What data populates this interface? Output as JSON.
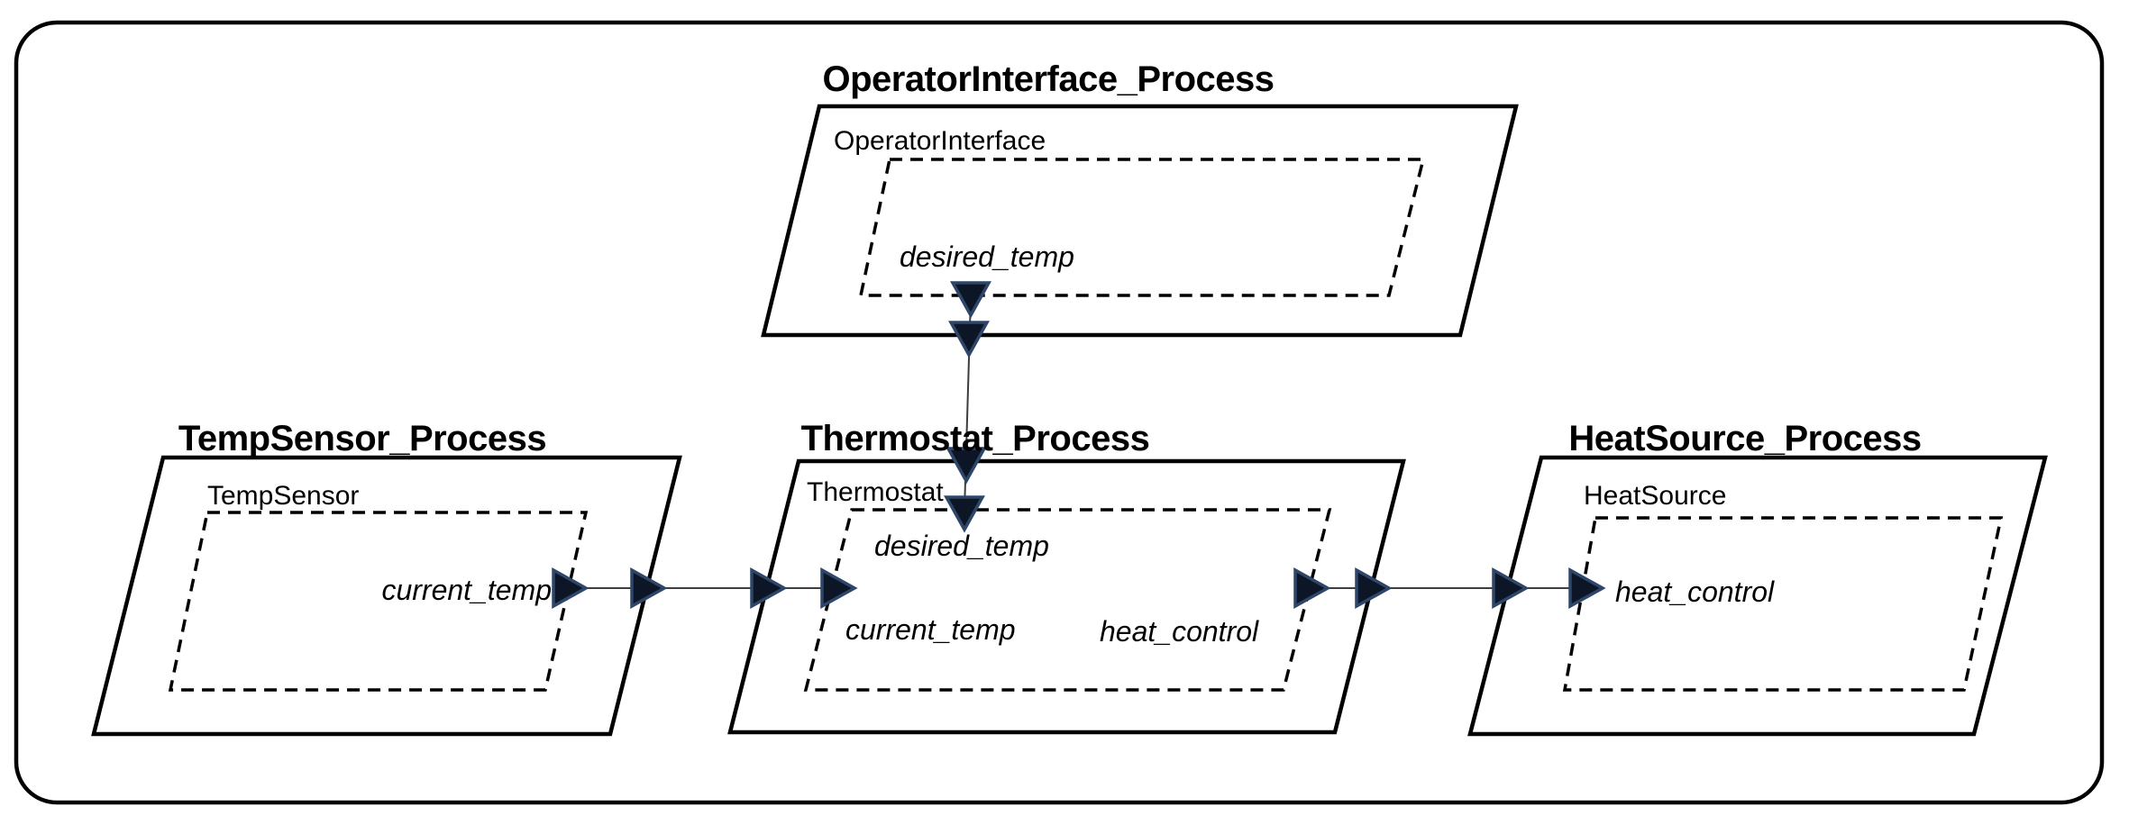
{
  "diagram": {
    "kind": "process-architecture-diagram",
    "colors": {
      "background": "#ffffff",
      "shape_stroke": "#000000",
      "port_fill": "#0d1626",
      "port_stroke": "#2e4668",
      "connector": "#3d3d3d",
      "text": "#000000"
    },
    "processes": [
      {
        "id": "operator-interface-process",
        "title": "OperatorInterface_Process",
        "component": "OperatorInterface",
        "ports": [
          "desired_temp"
        ]
      },
      {
        "id": "temp-sensor-process",
        "title": "TempSensor_Process",
        "component": "TempSensor",
        "ports": [
          "current_temp"
        ]
      },
      {
        "id": "thermostat-process",
        "title": "Thermostat_Process",
        "component": "Thermostat",
        "ports": [
          "desired_temp",
          "current_temp",
          "heat_control"
        ]
      },
      {
        "id": "heat-source-process",
        "title": "HeatSource_Process",
        "component": "HeatSource",
        "ports": [
          "heat_control"
        ]
      }
    ],
    "connections": [
      {
        "from": "OperatorInterface.desired_temp",
        "to": "Thermostat.desired_temp",
        "direction": "down"
      },
      {
        "from": "TempSensor.current_temp",
        "to": "Thermostat.current_temp",
        "direction": "right"
      },
      {
        "from": "Thermostat.heat_control",
        "to": "HeatSource.heat_control",
        "direction": "right"
      }
    ]
  }
}
